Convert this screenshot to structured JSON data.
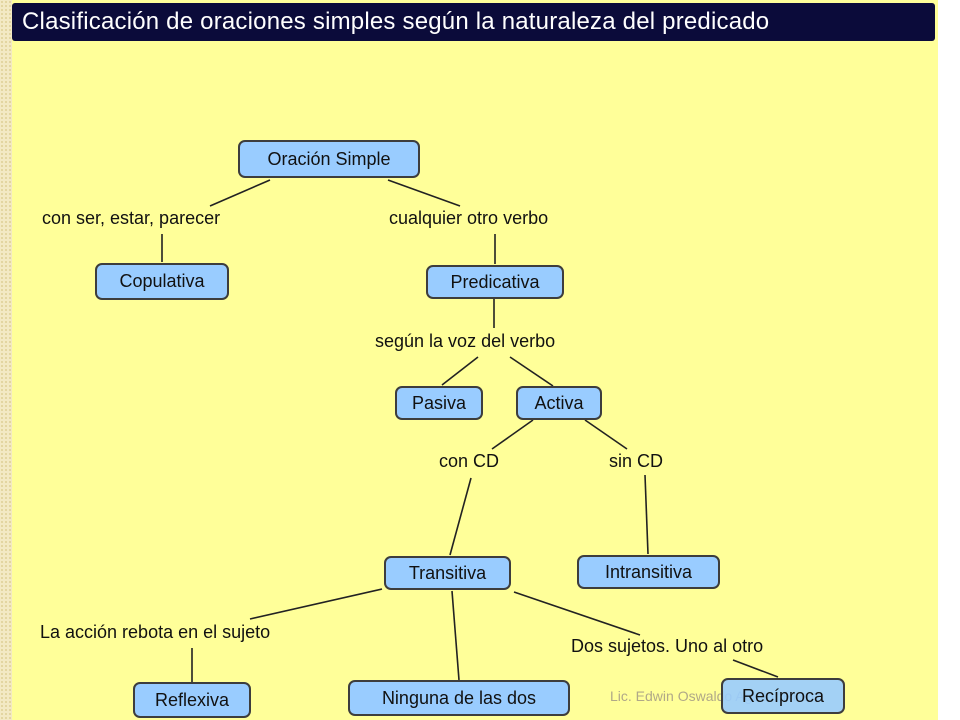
{
  "title": "Clasificación de oraciones simples según la naturaleza del predicado",
  "nodes": {
    "oracion_simple": "Oración Simple",
    "copulativa": "Copulativa",
    "predicativa": "Predicativa",
    "pasiva": "Pasiva",
    "activa": "Activa",
    "transitiva": "Transitiva",
    "intransitiva": "Intransitiva",
    "reflexiva": "Reflexiva",
    "ninguna": "Ninguna de las dos",
    "reciproca": "Recíproca"
  },
  "links": {
    "ser_estar": "con ser, estar, parecer",
    "otro_verbo": "cualquier otro verbo",
    "voz_verbo": "según la voz del verbo",
    "con_cd": "con CD",
    "sin_cd": "sin CD",
    "rebota": "La acción rebota en el sujeto",
    "dos_sujetos": "Dos sujetos. Uno al otro"
  },
  "footer": "Lic. Edwin Oswaldo Aguilar Rivera"
}
